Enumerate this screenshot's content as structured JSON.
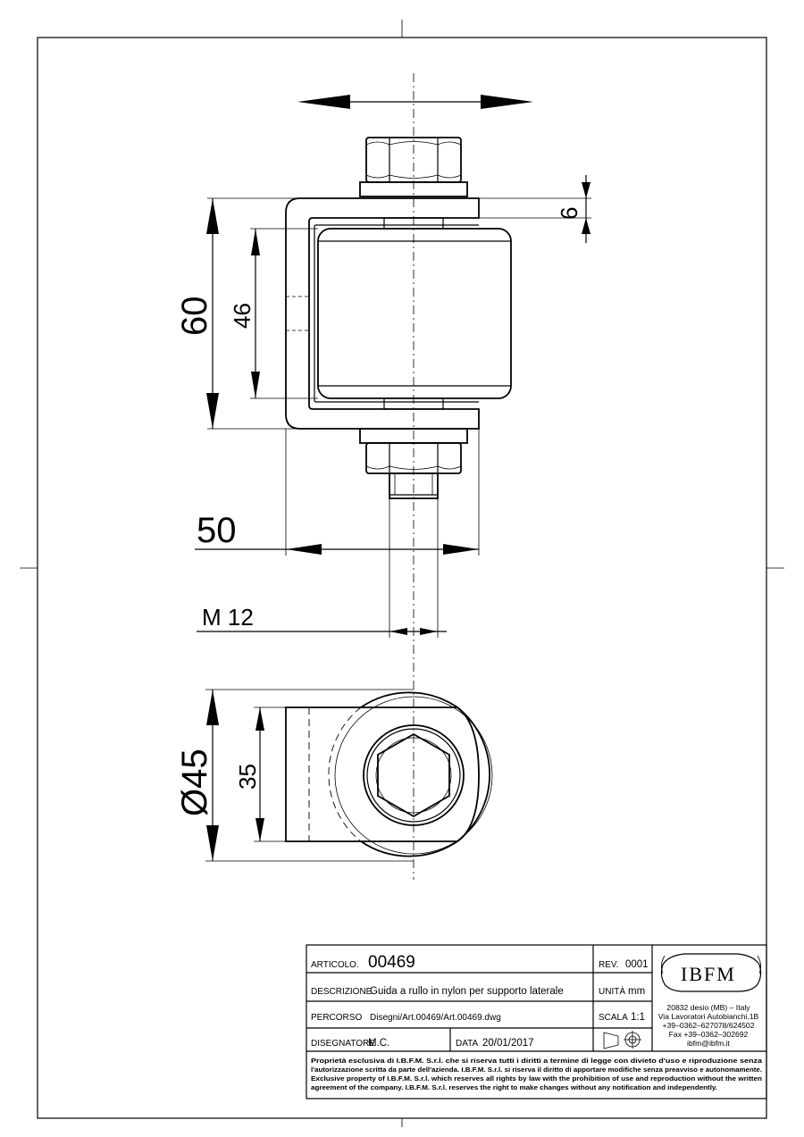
{
  "dimensions": {
    "height_overall": "60",
    "height_roller": "46",
    "plate_thickness": "6",
    "width": "50",
    "thread": "M 12",
    "diameter": "Ø45",
    "width_small": "35"
  },
  "title_block": {
    "articolo_label": "ARTICOLO.",
    "articolo_value": "00469",
    "rev_label": "REV.",
    "rev_value": "0001",
    "descrizione_label": "DESCRIZIONE",
    "descrizione_value": "Guida a rullo in nylon per supporto laterale",
    "unita_label": "UNITÀ",
    "unita_value": "mm",
    "percorso_label": "PERCORSO",
    "percorso_value": "Disegni/Art.00469/Art.00469.dwg",
    "scala_label": "SCALA",
    "scala_value": "1:1",
    "disegnatore_label": "DISEGNATORE",
    "disegnatore_value": "M.C.",
    "data_label": "DATA",
    "data_value": "20/01/2017",
    "logo": "IBFM",
    "address_1": "20832 desio (MB) – Italy",
    "address_2": "Via Lavoratori Autobianchi,1B",
    "phone": "+39–0362–627078/624502",
    "fax": "Fax +39–0362–302692",
    "email": "ibfm@ibfm.it",
    "legal_1": "Proprietà esclusiva di I.B.F.M. S.r.l. che si riserva tutti i diritti a termine di legge con divieto d'uso e riproduzione senza",
    "legal_2": "l'autorizzazione scritta da parte dell'azienda. I.B.F.M. S.r.l. si riserva il diritto di apportare modifiche senza preavviso e autonomamente.",
    "legal_3": "Exclusive property of I.B.F.M. S.r.l. which reserves all rights by law with the prohibition of use and reproduction without the written",
    "legal_4": "agreement of the company. I.B.F.M. S.r.l. reserves the right to make changes without any notification and independently."
  }
}
